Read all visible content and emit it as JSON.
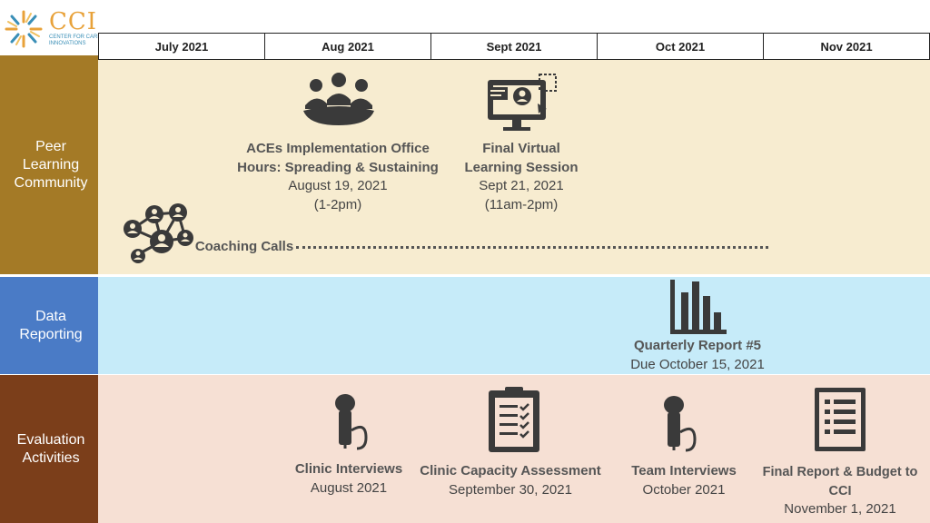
{
  "logo": {
    "text": "CCI",
    "sub": "CENTER FOR CARE INNOVATIONS"
  },
  "months": [
    "July 2021",
    "Aug 2021",
    "Sept 2021",
    "Oct 2021",
    "Nov 2021"
  ],
  "rows": {
    "peer": "Peer Learning Community",
    "data": "Data Reporting",
    "eval": "Evaluation Activities"
  },
  "events": {
    "aces": {
      "title_1": "ACEs Implementation Office",
      "title_2": "Hours: Spreading & Sustaining",
      "date": "August 19, 2021",
      "time": "(1-2pm)",
      "icon": "meeting-group-icon"
    },
    "virtual": {
      "title_1": "Final Virtual",
      "title_2": "Learning Session",
      "date": "Sept 21, 2021",
      "time": "(11am-2pm)",
      "icon": "computer-session-icon"
    },
    "coaching": {
      "title": "Coaching Calls",
      "icon": "network-people-icon"
    },
    "quarterly": {
      "title": "Quarterly Report #5",
      "date": "Due October 15, 2021",
      "icon": "bar-chart-icon"
    },
    "clinic_int": {
      "title": "Clinic Interviews",
      "date": "August 2021",
      "icon": "microphone-icon"
    },
    "capacity": {
      "title": "Clinic Capacity Assessment",
      "date": "September 30, 2021",
      "icon": "clipboard-checklist-icon"
    },
    "team_int": {
      "title": "Team Interviews",
      "date": "October 2021",
      "icon": "microphone-icon"
    },
    "final_report": {
      "title": "Final Report & Budget to CCI",
      "date": "November 1, 2021",
      "icon": "document-list-icon"
    }
  },
  "colors": {
    "peer_label": "#a47a26",
    "peer_bg": "#f7ecd0",
    "data_label": "#4a7bc6",
    "data_bg": "#c6ebf9",
    "eval_label": "#7b3e1a",
    "eval_bg": "#f6e0d4"
  }
}
